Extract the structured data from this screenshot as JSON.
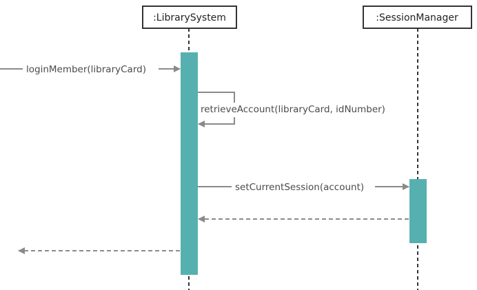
{
  "diagram": {
    "type": "sequence",
    "colors": {
      "activation": "#57b0b0",
      "arrow": "#8a8a8a",
      "lifeline": "#333333",
      "header_border": "#333333"
    },
    "participants": [
      {
        "id": "library_system",
        "label": ":LibrarySystem"
      },
      {
        "id": "session_manager",
        "label": ":SessionManager"
      }
    ],
    "messages": [
      {
        "id": "login",
        "label": "loginMember(libraryCard)",
        "kind": "sync",
        "from": "external",
        "to": "library_system"
      },
      {
        "id": "retrieve",
        "label": "retrieveAccount(libraryCard, idNumber)",
        "kind": "self",
        "from": "library_system",
        "to": "library_system"
      },
      {
        "id": "set_session",
        "label": "setCurrentSession(account)",
        "kind": "sync",
        "from": "library_system",
        "to": "session_manager"
      },
      {
        "id": "return_session",
        "label": "",
        "kind": "return",
        "from": "session_manager",
        "to": "library_system"
      },
      {
        "id": "return_login",
        "label": "",
        "kind": "return",
        "from": "library_system",
        "to": "external"
      }
    ]
  }
}
